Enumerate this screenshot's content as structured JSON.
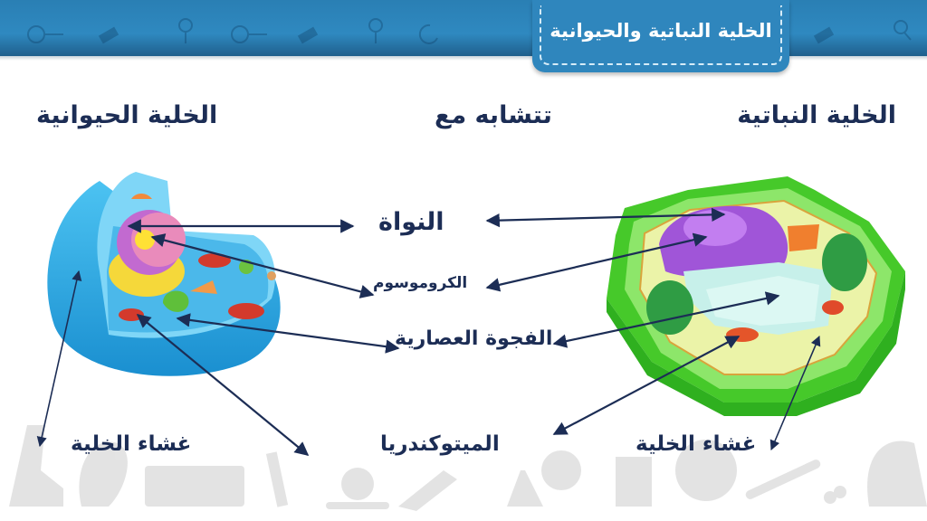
{
  "header": {
    "title": "الخلية النباتية والحيوانية",
    "banner_color": "#2f86bd"
  },
  "headings": {
    "plant_cell": "الخلية النباتية",
    "similar_to": "تتشابه مع",
    "animal_cell": "الخلية الحيوانية"
  },
  "labels": {
    "nucleus": "النواة",
    "chromosome": "الكروموسوم",
    "vacuole": "الفجوة العصارية",
    "mitochondria": "الميتوكندريا",
    "cell_membrane_animal": "غشاء الخلية",
    "cell_membrane_plant": "غشاء الخلية"
  },
  "diagram": {
    "animal_cell_color": "#3bb0e8",
    "plant_cell_color": "#5fd13a",
    "arrow_color": "#1c2d55",
    "text_color": "#1c2d55"
  }
}
